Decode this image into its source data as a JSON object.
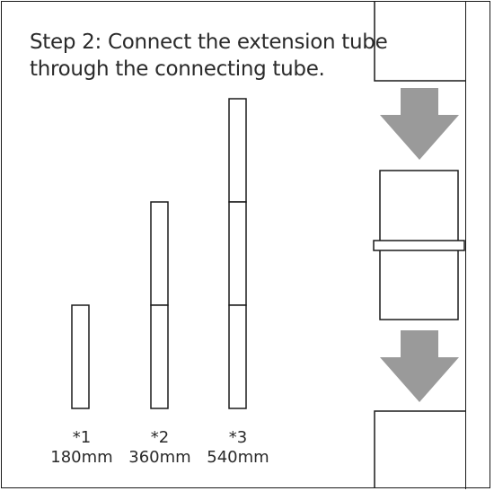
{
  "title": {
    "line1": "Step 2: Connect the extension tube",
    "line2": "through the connecting tube."
  },
  "tubes": [
    {
      "count_label": "*1",
      "length_label": "180mm",
      "segments": 1
    },
    {
      "count_label": "*2",
      "length_label": "360mm",
      "segments": 2
    },
    {
      "count_label": "*3",
      "length_label": "540mm",
      "segments": 3
    }
  ],
  "colors": {
    "line": "#1a1a1a",
    "arrow": "#9a9a9a",
    "text": "#2a2a2a"
  },
  "icons": [
    "arrow-down-icon",
    "arrow-down-icon"
  ]
}
